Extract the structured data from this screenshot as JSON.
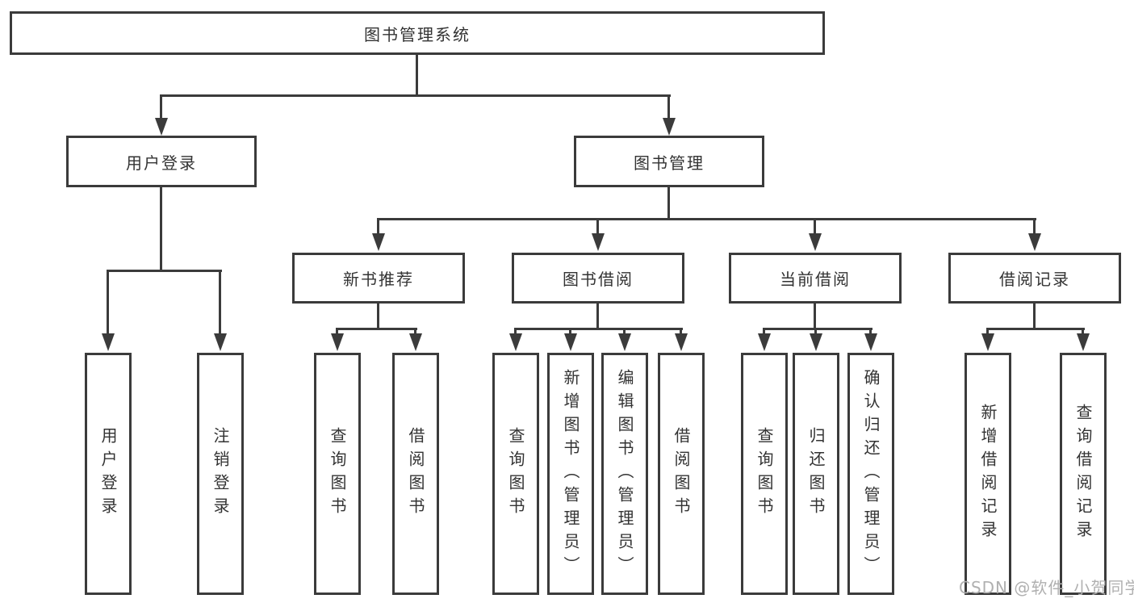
{
  "diagram": {
    "root": {
      "label": "图书管理系统"
    },
    "level2": [
      {
        "label": "用户登录"
      },
      {
        "label": "图书管理"
      }
    ],
    "level3": [
      {
        "label": "新书推荐"
      },
      {
        "label": "图书借阅"
      },
      {
        "label": "当前借阅"
      },
      {
        "label": "借阅记录"
      }
    ],
    "leaves": {
      "user_login": [
        {
          "label": "用户登录"
        },
        {
          "label": "注销登录"
        }
      ],
      "new_book_recommend": [
        {
          "label": "查询图书"
        },
        {
          "label": "借阅图书"
        }
      ],
      "book_borrow": [
        {
          "label": "查询图书"
        },
        {
          "label": "新增图书（管理员）"
        },
        {
          "label": "编辑图书（管理员）"
        },
        {
          "label": "借阅图书"
        }
      ],
      "current_borrow": [
        {
          "label": "查询图书"
        },
        {
          "label": "归还图书"
        },
        {
          "label": "确认归还（管理员）"
        }
      ],
      "borrow_record": [
        {
          "label": "新增借阅记录"
        },
        {
          "label": "查询借阅记录"
        }
      ]
    }
  },
  "watermark": {
    "text": "CSDN @软件_小贺同学"
  },
  "colors": {
    "line": "#3b3b3b",
    "border": "#3b3b3b",
    "text": "#333333",
    "watermark": "#b0b0b0",
    "background": "#ffffff"
  }
}
